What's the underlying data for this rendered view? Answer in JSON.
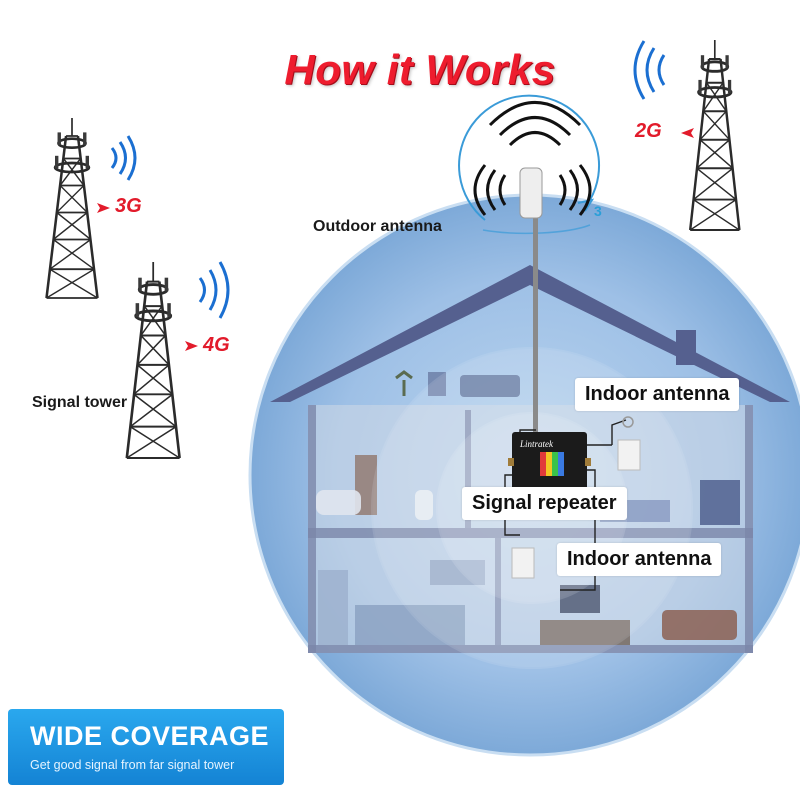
{
  "title": "How it Works",
  "towers": [
    {
      "label": "3G"
    },
    {
      "label": "4G"
    },
    {
      "label": "2G"
    }
  ],
  "labels": {
    "outdoor_antenna": "Outdoor antenna",
    "signal_tower": "Signal tower",
    "indoor_antenna_top": "Indoor antenna",
    "signal_repeater": "Signal repeater",
    "indoor_antenna_bottom": "Indoor antenna",
    "antenna_rotation_number": "3"
  },
  "repeater": {
    "brand": "Lintratek"
  },
  "banner": {
    "title": "WIDE COVERAGE",
    "subtitle": "Get good signal from far signal tower"
  },
  "colors": {
    "title_red": "#ee1c2e",
    "tower_label_red": "#e21b2b",
    "signal_wave_blue": "#1b6fd1",
    "coverage_blue": "#7da9d8",
    "banner_blue": "#1e95e2",
    "house_roof": "#55608f"
  }
}
